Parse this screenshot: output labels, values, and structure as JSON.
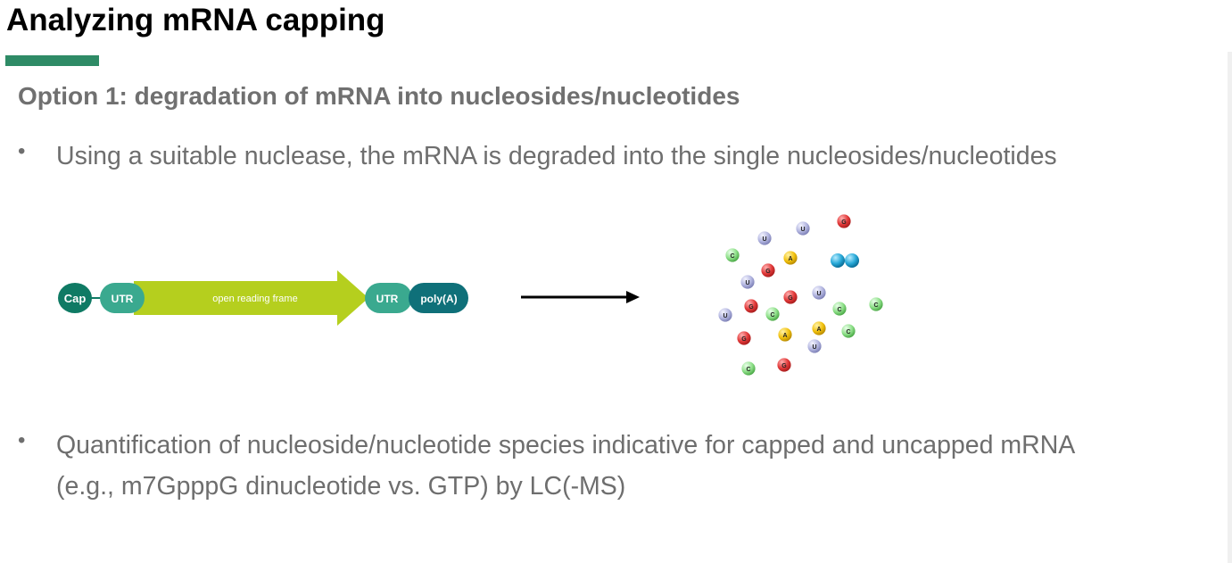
{
  "slide": {
    "title": "Analyzing mRNA capping",
    "subtitle": "Option 1: degradation of mRNA into nucleosides/nucleotides",
    "bullets": [
      {
        "marker": "•",
        "lines": [
          "Using a suitable nuclease, the mRNA is degraded into the single nucleosides/nucleotides"
        ]
      },
      {
        "marker": "•",
        "lines": [
          "Quantification of nucleoside/nucleotide species indicative for capped and uncapped mRNA",
          "(e.g., m7GpppG dinucleotide vs. GTP) by LC(-MS)"
        ]
      }
    ]
  },
  "mrna_diagram": {
    "cap_label": "Cap",
    "utr5_label": "UTR",
    "orf_label": "open reading frame",
    "utr3_label": "UTR",
    "polya_label": "poly(A)",
    "colors": {
      "cap": "#0f7a64",
      "utr": "#3aa98f",
      "orf": "#b5cf1e",
      "polya": "#0f7079"
    }
  },
  "nucleotides": {
    "colors": {
      "U": "#b3b6e0",
      "G": "#e23a3a",
      "A": "#f2c20f",
      "C": "#8fe08a",
      "cap_dimer": "#28a9d8"
    },
    "balls": [
      "G",
      "U",
      "U",
      "C",
      "A",
      "G",
      "U",
      "G",
      "U",
      "C",
      "C",
      "U",
      "G",
      "C",
      "G",
      "A",
      "A",
      "C",
      "U",
      "C",
      "G"
    ]
  }
}
